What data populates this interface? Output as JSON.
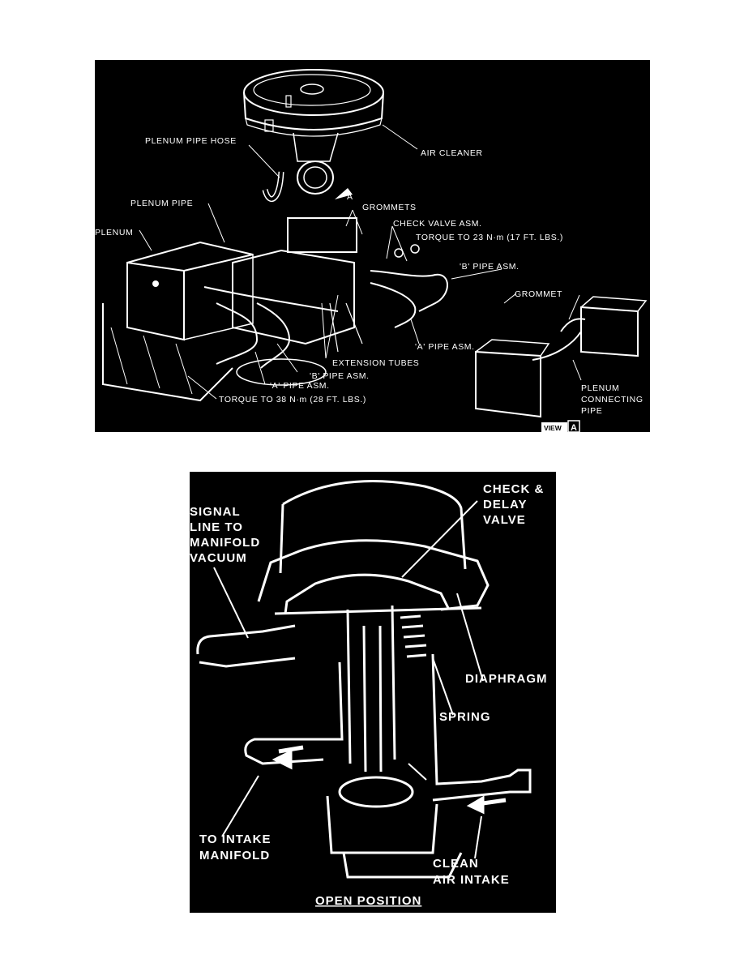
{
  "top_diagram": {
    "labels": {
      "air_cleaner": "AIR CLEANER",
      "plenum_pipe_hose": "PLENUM PIPE HOSE",
      "plenum_pipe": "PLENUM PIPE",
      "gromments": "GROMMETS",
      "plenum": "PLENUM",
      "check_valve": "CHECK VALVE ASM.",
      "torque_23": "TORQUE TO 23 N·m (17 FT. LBS.)",
      "b_pipe_right": "'B' PIPE ASM.",
      "grommet": "GROMMET",
      "a_pipe_right": "'A' PIPE ASM.",
      "extension_tubes": "EXTENSION TUBES",
      "b_pipe_lower": "'B' PIPE ASM.",
      "a_pipe_lower": "'A' PIPE ASM.",
      "torque_38": "TORQUE TO 38 N·m (28 FT. LBS.)",
      "plenum_connecting_1": "PLENUM",
      "plenum_connecting_2": "CONNECTING",
      "plenum_connecting_3": "PIPE",
      "view_word": "VIEW",
      "view_letter": "A",
      "arrow_letter": "A"
    }
  },
  "bottom_diagram": {
    "labels": {
      "signal_1": "SIGNAL",
      "signal_2": "LINE TO",
      "signal_3": "MANIFOLD",
      "signal_4": "VACUUM",
      "check_1": "CHECK &",
      "check_2": "DELAY",
      "check_3": "VALVE",
      "diaphragm": "DIAPHRAGM",
      "spring": "SPRING",
      "intake_1": "TO INTAKE",
      "intake_2": "MANIFOLD",
      "clean_1": "CLEAN",
      "clean_2": "AIR INTAKE",
      "position": "OPEN POSITION"
    }
  }
}
